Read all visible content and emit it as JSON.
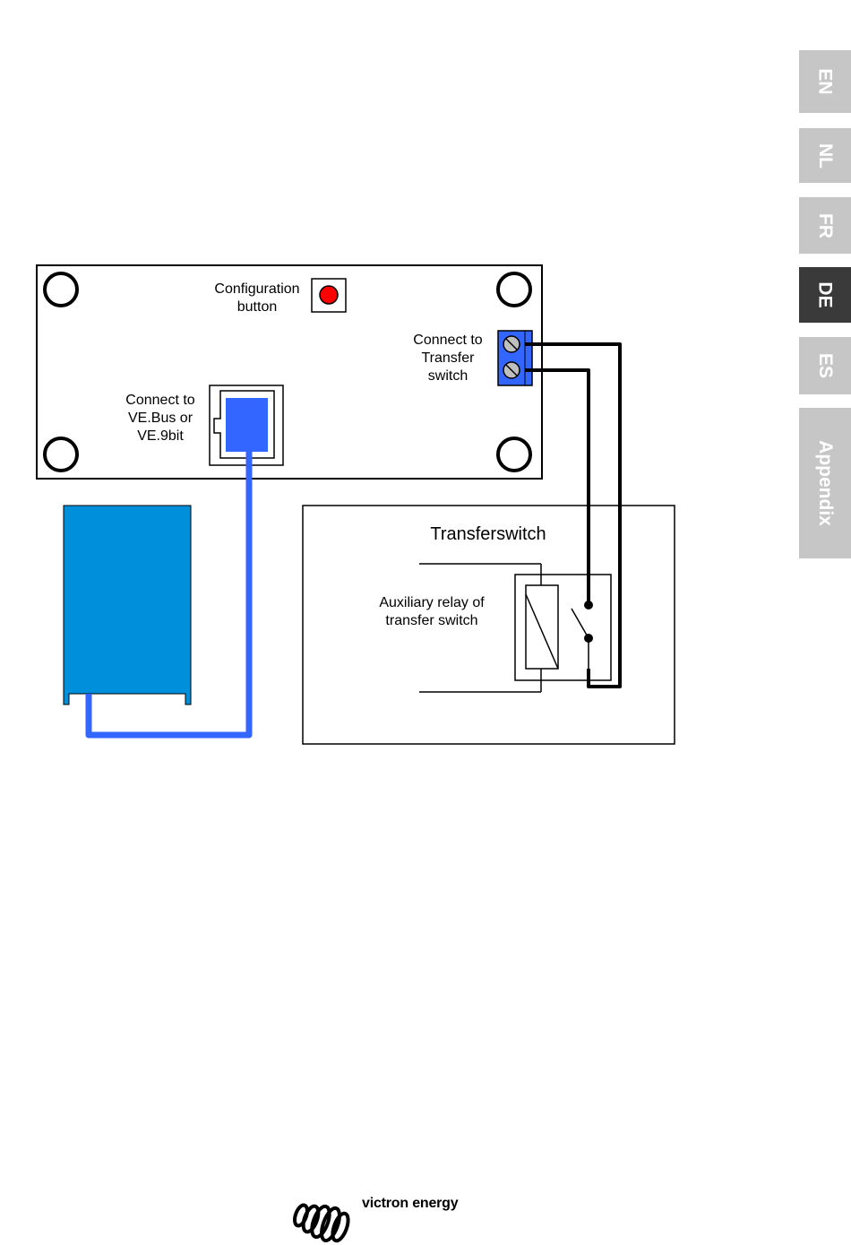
{
  "language_tabs": [
    {
      "label": "EN",
      "active": false
    },
    {
      "label": "NL",
      "active": false
    },
    {
      "label": "FR",
      "active": false
    },
    {
      "label": "DE",
      "active": true
    },
    {
      "label": "ES",
      "active": false
    },
    {
      "label": "Appendix",
      "active": false
    }
  ],
  "board": {
    "config_label_line1": "Configuration",
    "config_label_line2": "button",
    "transfer_label_line1": "Connect to",
    "transfer_label_line2": "Transfer",
    "transfer_label_line3": "switch",
    "vebus_label_line1": "Connect to",
    "vebus_label_line2": "VE.Bus or",
    "vebus_label_line3": "VE.9bit"
  },
  "transferswitch": {
    "title": "Transferswitch",
    "relay_label_line1": "Auxiliary relay of",
    "relay_label_line2": "transfer switch"
  },
  "footer": {
    "brand": "victron energy"
  },
  "colors": {
    "blue_device": "#0090db",
    "blue_cable": "#3366ff",
    "terminal_blue": "#3366ff",
    "config_button_red": "#ff0000",
    "tab_inactive": "#c6c6c6",
    "tab_active": "#3a3a3a"
  }
}
